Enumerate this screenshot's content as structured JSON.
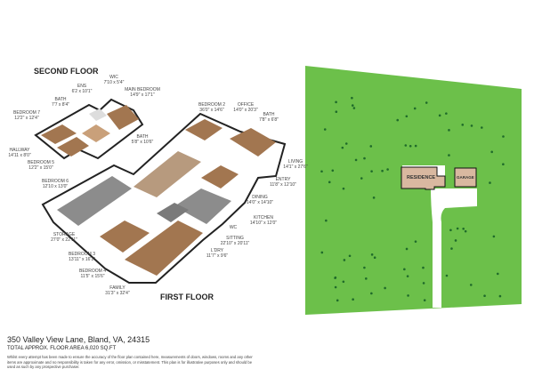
{
  "floors": {
    "second": "SECOND FLOOR",
    "first": "FIRST FLOOR"
  },
  "rooms": [
    {
      "name": "WIC",
      "size": "7'10 x 5'4\""
    },
    {
      "name": "ENS",
      "size": "6'2 x 10'1\""
    },
    {
      "name": "MAIN BEDROOM",
      "size": "14'9\" x 17'1\""
    },
    {
      "name": "BATH",
      "size": "7'7 x 8'4\""
    },
    {
      "name": "BEDROOM 7",
      "size": "12'2\" x 12'4\""
    },
    {
      "name": "HALLWAY",
      "size": "14'11 x 8'0\""
    },
    {
      "name": "BEDROOM 5",
      "size": "12'2\" x 15'0\""
    },
    {
      "name": "BEDROOM 6",
      "size": "12'10 x 13'0\""
    },
    {
      "name": "BATH",
      "size": "5'8\" x 10'6\""
    },
    {
      "name": "BEDROOM 2",
      "size": "36'0\" x 14'6\""
    },
    {
      "name": "OFFICE",
      "size": "14'0\" x 20'3\""
    },
    {
      "name": "BATH",
      "size": "7'8\" x 6'8\""
    },
    {
      "name": "LIVING",
      "size": "14'1\" x 27'6\""
    },
    {
      "name": "ENTRY",
      "size": "11'8\" x 12'10\""
    },
    {
      "name": "DINING",
      "size": "14'0\" x 14'10\""
    },
    {
      "name": "KITCHEN",
      "size": "14'10\" x 12'0\""
    },
    {
      "name": "WC",
      "size": ""
    },
    {
      "name": "SITTING",
      "size": "22'10\" x 20'11\""
    },
    {
      "name": "L'DRY",
      "size": "11'7\" x 9'6\""
    },
    {
      "name": "STORAGE",
      "size": "27'0\" x 22'11\""
    },
    {
      "name": "BEDROOM 3",
      "size": "13'11\" x 16'1\""
    },
    {
      "name": "BEDROOM 4",
      "size": "11'5\" x 15'6\""
    },
    {
      "name": "FAMILY",
      "size": "31'3\" x 32'4\""
    }
  ],
  "site": {
    "residence": "RESIDENCE",
    "garage": "GARAGE"
  },
  "footer": {
    "address": "350 Valley View Lane, Bland, VA, 24315",
    "total_area": "TOTAL APPROX. FLOOR AREA 6,020 SQ.FT",
    "disclaimer": "Whilst every attempt has been made to ensure the accuracy of the floor plan contained here, measurements of doors, windows, rooms and any other items are approximate and no responsibility is taken for any error, omission, or misstatement. This plan is for illustrative purposes only and should be used as such by any prospective purchaser."
  },
  "colors": {
    "lawn": "#6cc04a",
    "wood": "#a27650",
    "carpet": "#8c8c8c",
    "building": "#d9b8a0"
  }
}
